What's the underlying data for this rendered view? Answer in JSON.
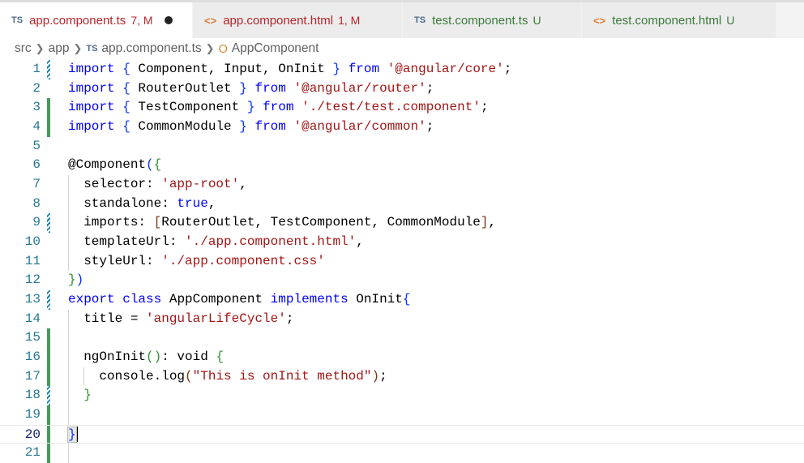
{
  "tabs": [
    {
      "icon": "TS",
      "name": "app.component.ts",
      "status": "7, M",
      "dirty": true,
      "active": true,
      "kind": "ts"
    },
    {
      "icon": "<>",
      "name": "app.component.html",
      "status": "1, M",
      "kind": "html"
    },
    {
      "icon": "TS",
      "name": "test.component.ts",
      "status": "U",
      "kind": "ts",
      "untracked": true
    },
    {
      "icon": "<>",
      "name": "test.component.html",
      "status": "U",
      "kind": "html",
      "untracked": true
    }
  ],
  "breadcrumb": {
    "items": [
      "src",
      "app"
    ],
    "file_icon": "TS",
    "file": "app.component.ts",
    "symbol": "AppComponent"
  },
  "lines": [
    {
      "n": "1",
      "g": "mod",
      "t": [
        [
          "import",
          "kw"
        ],
        [
          " ",
          "pl"
        ],
        [
          "{",
          "b1"
        ],
        [
          " Component, Input, OnInit ",
          "pl"
        ],
        [
          "}",
          "b1"
        ],
        [
          " ",
          "pl"
        ],
        [
          "from",
          "kw"
        ],
        [
          " ",
          "pl"
        ],
        [
          "'@angular/core'",
          "str"
        ],
        [
          ";",
          "pl"
        ]
      ]
    },
    {
      "n": "2",
      "t": [
        [
          "import",
          "kw"
        ],
        [
          " ",
          "pl"
        ],
        [
          "{",
          "b1"
        ],
        [
          " RouterOutlet ",
          "pl"
        ],
        [
          "}",
          "b1"
        ],
        [
          " ",
          "pl"
        ],
        [
          "from",
          "kw"
        ],
        [
          " ",
          "pl"
        ],
        [
          "'@angular/router'",
          "str"
        ],
        [
          ";",
          "pl"
        ]
      ]
    },
    {
      "n": "3",
      "g": "add",
      "t": [
        [
          "import",
          "kw"
        ],
        [
          " ",
          "pl"
        ],
        [
          "{",
          "b1"
        ],
        [
          " TestComponent ",
          "pl"
        ],
        [
          "}",
          "b1"
        ],
        [
          " ",
          "pl"
        ],
        [
          "from",
          "kw"
        ],
        [
          " ",
          "pl"
        ],
        [
          "'./test/test.component'",
          "str"
        ],
        [
          ";",
          "pl"
        ]
      ]
    },
    {
      "n": "4",
      "g": "add",
      "t": [
        [
          "import",
          "kw"
        ],
        [
          " ",
          "pl"
        ],
        [
          "{",
          "b1"
        ],
        [
          " CommonModule ",
          "pl"
        ],
        [
          "}",
          "b1"
        ],
        [
          " ",
          "pl"
        ],
        [
          "from",
          "kw"
        ],
        [
          " ",
          "pl"
        ],
        [
          "'@angular/common'",
          "str"
        ],
        [
          ";",
          "pl"
        ]
      ]
    },
    {
      "n": "5",
      "t": []
    },
    {
      "n": "6",
      "t": [
        [
          "@Component",
          "pl"
        ],
        [
          "(",
          "b1"
        ],
        [
          "{",
          "b2"
        ]
      ]
    },
    {
      "n": "7",
      "t": [
        [
          "  selector: ",
          "pl"
        ],
        [
          "'app-root'",
          "str"
        ],
        [
          ",",
          "pl"
        ]
      ]
    },
    {
      "n": "8",
      "t": [
        [
          "  standalone: ",
          "pl"
        ],
        [
          "true",
          "kw"
        ],
        [
          ",",
          "pl"
        ]
      ]
    },
    {
      "n": "9",
      "g": "mod",
      "t": [
        [
          "  imports: ",
          "pl"
        ],
        [
          "[",
          "b3"
        ],
        [
          "RouterOutlet, TestComponent, CommonModule",
          "pl"
        ],
        [
          "]",
          "b3"
        ],
        [
          ",",
          "pl"
        ]
      ]
    },
    {
      "n": "10",
      "t": [
        [
          "  templateUrl: ",
          "pl"
        ],
        [
          "'./app.component.html'",
          "str"
        ],
        [
          ",",
          "pl"
        ]
      ]
    },
    {
      "n": "11",
      "t": [
        [
          "  styleUrl: ",
          "pl"
        ],
        [
          "'./app.component.css'",
          "str"
        ]
      ]
    },
    {
      "n": "12",
      "t": [
        [
          "}",
          "b2"
        ],
        [
          ")",
          "b1"
        ]
      ]
    },
    {
      "n": "13",
      "g": "mod",
      "t": [
        [
          "export",
          "kw"
        ],
        [
          " ",
          "pl"
        ],
        [
          "class",
          "kw"
        ],
        [
          " AppComponent ",
          "pl"
        ],
        [
          "implements",
          "kw"
        ],
        [
          " OnInit",
          "pl"
        ],
        [
          "{",
          "b1"
        ]
      ]
    },
    {
      "n": "14",
      "t": [
        [
          "  title = ",
          "pl"
        ],
        [
          "'angularLifeCycle'",
          "str"
        ],
        [
          ";",
          "pl"
        ]
      ]
    },
    {
      "n": "15",
      "g": "add",
      "t": []
    },
    {
      "n": "16",
      "g": "add",
      "t": [
        [
          "  ngOnInit",
          "pl"
        ],
        [
          "()",
          "b2"
        ],
        [
          ": void ",
          "pl"
        ],
        [
          "{",
          "b2"
        ]
      ]
    },
    {
      "n": "17",
      "g": "add",
      "t": [
        [
          "    console.log",
          "pl"
        ],
        [
          "(",
          "b3"
        ],
        [
          "\"This is onInit method\"",
          "str"
        ],
        [
          ")",
          "b3"
        ],
        [
          ";",
          "pl"
        ]
      ]
    },
    {
      "n": "18",
      "g": "mod",
      "t": [
        [
          "  ",
          "pl"
        ],
        [
          "}",
          "b2"
        ]
      ]
    },
    {
      "n": "19",
      "g": "add",
      "t": []
    },
    {
      "n": "20",
      "g": "add",
      "cur": true,
      "t": [
        [
          "}",
          "b1"
        ]
      ]
    },
    {
      "n": "21",
      "g": "add",
      "t": []
    }
  ]
}
